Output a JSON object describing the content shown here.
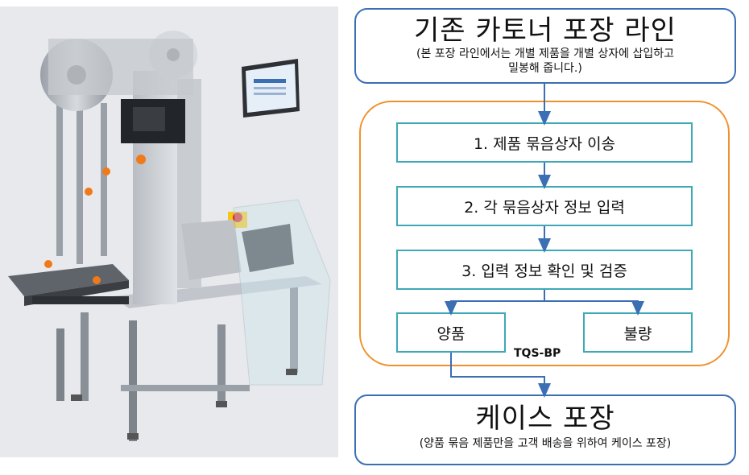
{
  "photo": {
    "description_icon": "labeling-machine-image"
  },
  "diagram": {
    "top_box": {
      "title": "기존 카토너 포장 라인",
      "subtitle_line1": "(본 포장 라인에서는 개별 제품을 개별 상자에 삽입하고",
      "subtitle_line2": "밀봉해 줍니다.)"
    },
    "steps": [
      {
        "label": "1. 제품 묶음상자 이송"
      },
      {
        "label": "2. 각 묶음상자 정보 입력"
      },
      {
        "label": "3. 입력 정보 확인 및 검증"
      }
    ],
    "branch_good": "양품",
    "branch_bad": "불량",
    "group_tag": "TQS-BP",
    "bottom_box": {
      "title": "케이스 포장",
      "subtitle": "(양품 묶음 제품만을 고객 배송을 위하여 케이스 포장)"
    },
    "colors": {
      "blue": "#3b6fb4",
      "teal": "#3fa8b8",
      "orange": "#f0922c",
      "arrow": "#3b6fb4"
    }
  }
}
